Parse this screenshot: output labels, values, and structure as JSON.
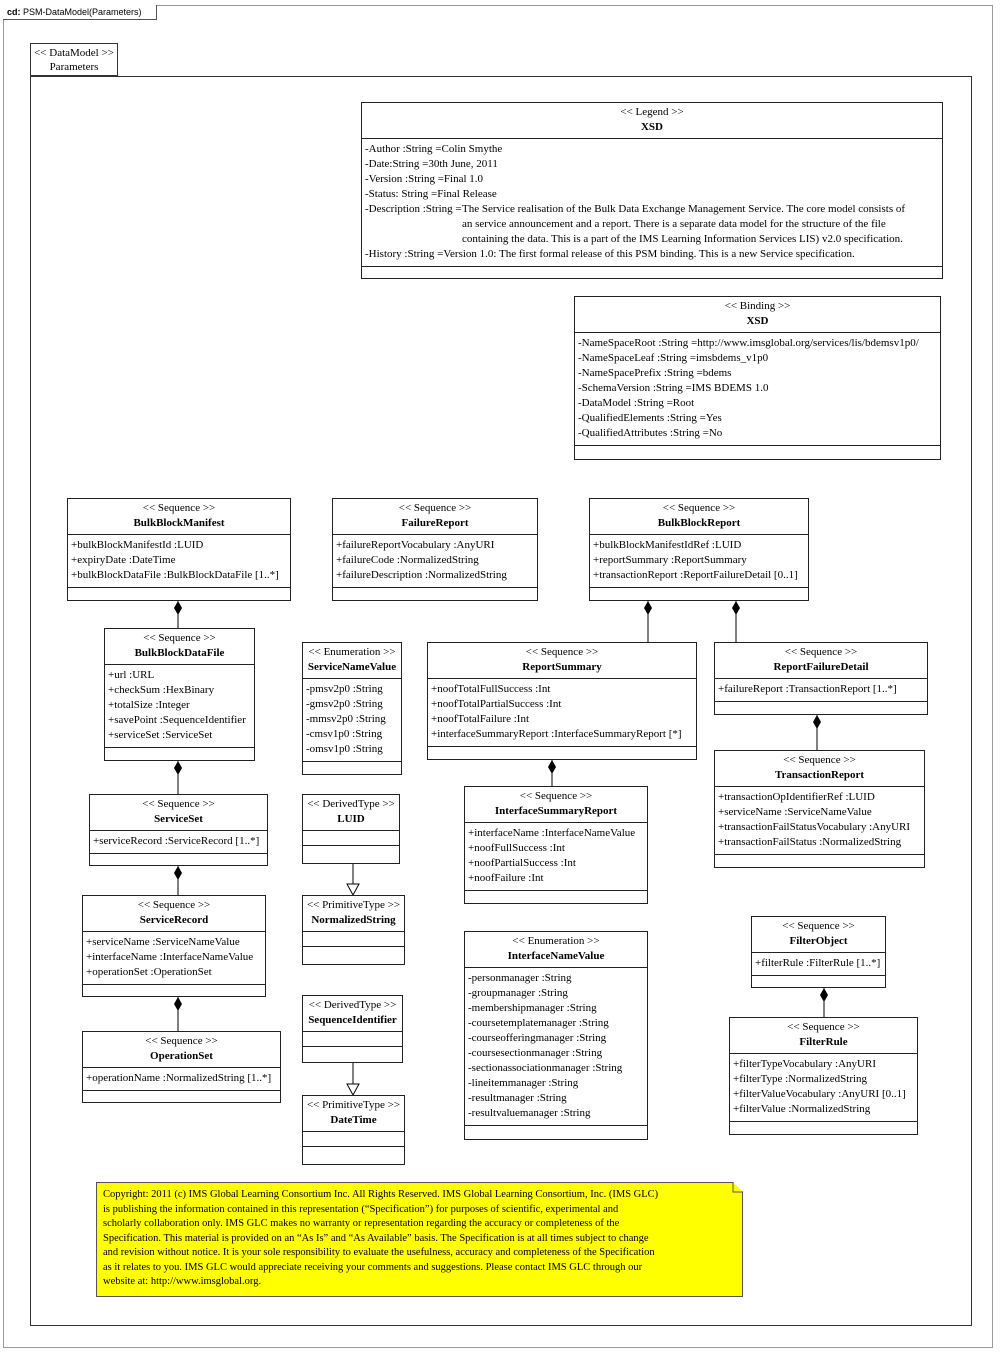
{
  "frame": {
    "prefix": "cd:",
    "title": "PSM-DataModel(Parameters)"
  },
  "package": {
    "stereotype": "<< DataModel >>",
    "name": "Parameters"
  },
  "legend": {
    "stereotype": "<< Legend >>",
    "name": "XSD",
    "attrs": [
      "-Author :String =Colin Smythe",
      "-Date:String =30th June, 2011",
      "-Version :String =Final 1.0",
      "-Status: String =Final Release"
    ],
    "description_label": "-Description :String =",
    "description_lines": [
      "The Service realisation of the Bulk Data Exchange Management Service.  The core model consists of",
      "an service announcement and a report.  There is a separate data model for the structure of the file",
      "containing the data. This is a part of the IMS Learning Information Services LIS) v2.0 specification."
    ],
    "history": "-History :String =Version 1.0: The first formal release of this PSM binding.  This is a new Service specification."
  },
  "binding": {
    "stereotype": "<< Binding >>",
    "name": "XSD",
    "attrs": [
      "-NameSpaceRoot :String =http://www.imsglobal.org/services/lis/bdemsv1p0/",
      "-NameSpaceLeaf :String =imsbdems_v1p0",
      "-NameSpacePrefix :String =bdems",
      "-SchemaVersion  :String =IMS BDEMS 1.0",
      "-DataModel :String =Root",
      "-QualifiedElements   :String =Yes",
      "-QualifiedAttributes   :String =No"
    ]
  },
  "classes": {
    "bulkBlockManifest": {
      "stereotype": "<< Sequence >>",
      "name": "BulkBlockManifest",
      "attrs": [
        "+bulkBlockManifestId  :LUID",
        "+expiryDate :DateTime",
        "+bulkBlockDataFile :BulkBlockDataFile  [1..*]"
      ]
    },
    "failureReport": {
      "stereotype": "<< Sequence >>",
      "name": "FailureReport",
      "attrs": [
        "+failureReportVocabulary   :AnyURI",
        "+failureCode :NormalizedString",
        "+failureDescription   :NormalizedString"
      ]
    },
    "bulkBlockReport": {
      "stereotype": "<< Sequence >>",
      "name": "BulkBlockReport",
      "attrs": [
        "+bulkBlockManifestIdRef   :LUID",
        "+reportSummary :ReportSummary",
        "+transactionReport :ReportFailureDetail  [0..1]"
      ]
    },
    "bulkBlockDataFile": {
      "stereotype": "<< Sequence >>",
      "name": "BulkBlockDataFile",
      "attrs": [
        "+url :URL",
        "+checkSum :HexBinary",
        "+totalSize :Integer",
        "+savePoint :SequenceIdentifier",
        "+serviceSet :ServiceSet"
      ]
    },
    "serviceNameValue": {
      "stereotype": "<< Enumeration >>",
      "name": "ServiceNameValue",
      "attrs": [
        "-pmsv2p0 :String",
        "-gmsv2p0 :String",
        "-mmsv2p0 :String",
        "-cmsv1p0 :String",
        "-omsv1p0 :String"
      ]
    },
    "reportSummary": {
      "stereotype": "<< Sequence >>",
      "name": "ReportSummary",
      "attrs": [
        "+noofTotalFullSuccess   :Int",
        "+noofTotalPartialSuccess   :Int",
        "+noofTotalFailure  :Int",
        "+interfaceSummaryReport   :InterfaceSummaryReport   [*]"
      ]
    },
    "reportFailureDetail": {
      "stereotype": "<< Sequence >>",
      "name": "ReportFailureDetail",
      "attrs": [
        "+failureReport :TransactionReport  [1..*]"
      ]
    },
    "serviceSet": {
      "stereotype": "<< Sequence >>",
      "name": "ServiceSet",
      "attrs": [
        "+serviceRecord :ServiceRecord [1..*]"
      ]
    },
    "luid": {
      "stereotype": "<< DerivedType >>",
      "name": "LUID",
      "attrs": []
    },
    "interfaceSummaryReport": {
      "stereotype": "<< Sequence >>",
      "name": "InterfaceSummaryReport",
      "attrs": [
        "+interfaceName :InterfaceNameValue",
        "+noofFullSuccess  :Int",
        "+noofPartialSuccess  :Int",
        "+noofFailure  :Int"
      ]
    },
    "transactionReport": {
      "stereotype": "<< Sequence >>",
      "name": "TransactionReport",
      "attrs": [
        "+transactionOpIdentifierRef   :LUID",
        "+serviceName :ServiceNameValue",
        "+transactionFailStatusVocabulary    :AnyURI",
        "+transactionFailStatus  :NormalizedString"
      ]
    },
    "serviceRecord": {
      "stereotype": "<< Sequence >>",
      "name": "ServiceRecord",
      "attrs": [
        "+serviceName :ServiceNameValue",
        "+interfaceName :InterfaceNameValue",
        "+operationSet :OperationSet"
      ]
    },
    "normalizedString": {
      "stereotype": "<< PrimitiveType >>",
      "name": "NormalizedString",
      "attrs": []
    },
    "filterObject": {
      "stereotype": "<< Sequence >>",
      "name": "FilterObject",
      "attrs": [
        "+filterRule :FilterRule  [1..*]"
      ]
    },
    "interfaceNameValue": {
      "stereotype": "<< Enumeration >>",
      "name": "InterfaceNameValue",
      "attrs": [
        "-personmanager :String",
        "-groupmanager :String",
        "-membershipmanager   :String",
        "-coursetemplatemanager   :String",
        "-courseofferingmanager   :String",
        "-coursesectionmanager   :String",
        "-sectionassociationmanager   :String",
        "-lineitemmanager   :String",
        "-resultmanager  :String",
        "-resultvaluemanager   :String"
      ]
    },
    "sequenceIdentifier": {
      "stereotype": "<< DerivedType >>",
      "name": "SequenceIdentifier",
      "attrs": []
    },
    "operationSet": {
      "stereotype": "<< Sequence >>",
      "name": "OperationSet",
      "attrs": [
        "+operationName :NormalizedString  [1..*]"
      ]
    },
    "filterRule": {
      "stereotype": "<< Sequence >>",
      "name": "FilterRule",
      "attrs": [
        "+filterTypeVocabulary   :AnyURI",
        "+filterType :NormalizedString",
        "+filterValueVocabulary   :AnyURI [0..1]",
        "+filterValue  :NormalizedString"
      ]
    },
    "dateTime": {
      "stereotype": "<< PrimitiveType >>",
      "name": "DateTime",
      "attrs": []
    }
  },
  "copyright": [
    "Copyright: 2011 (c) IMS Global Learning Consortium Inc.  All Rights Reserved.  IMS Global Learning Consortium, Inc. (IMS GLC)",
    "is publishing the information contained in this representation (“Specification”) for purposes of scientific, experimental and",
    "scholarly collaboration only.  IMS GLC makes no warranty or representation regarding  the accuracy or completeness of the",
    "Specification.  This material is provided on an “As Is” and “As Available” basis.  The Specification is at all times subject to change",
    "and revision without notice.  It is your sole responsibility to evaluate the usefulness, accuracy and completeness of the Specification",
    "as it relates to you.  IMS GLC would appreciate receiving your comments and suggestions.  Please contact IMS GLC through our",
    "website at: http://www.imsglobal.org."
  ]
}
